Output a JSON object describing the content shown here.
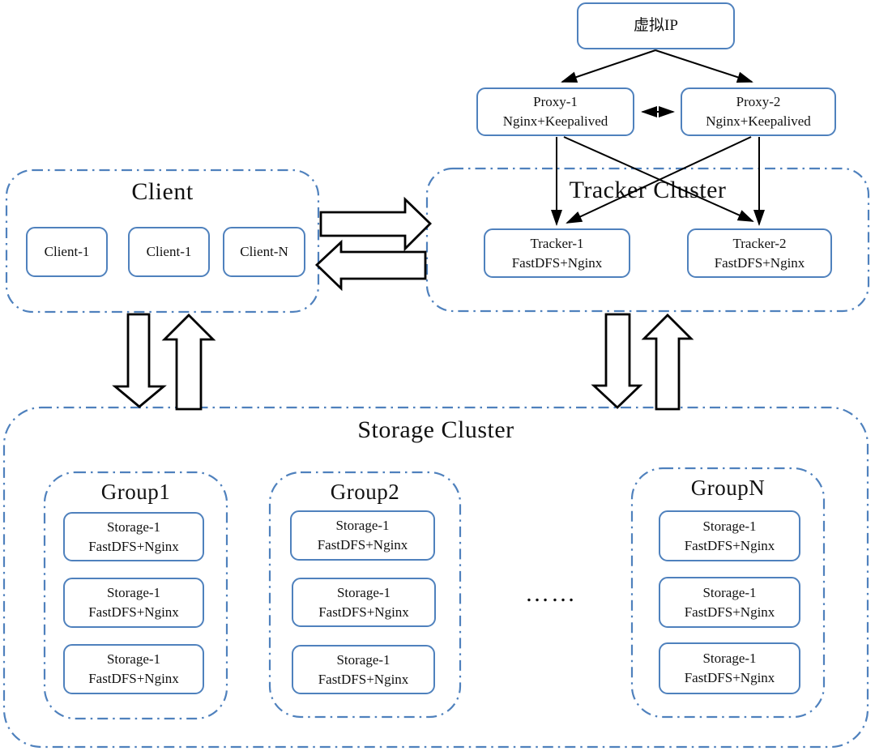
{
  "colors": {
    "node_border": "#4f81bd",
    "cluster_border": "#4f81bd",
    "arrow": "#000000"
  },
  "virtual_ip": {
    "label": "虚拟IP"
  },
  "proxy_nodes": [
    {
      "name": "Proxy-1",
      "stack": "Nginx+Keepalived"
    },
    {
      "name": "Proxy-2",
      "stack": "Nginx+Keepalived"
    }
  ],
  "client_cluster": {
    "title": "Client",
    "nodes": [
      {
        "name": "Client-1"
      },
      {
        "name": "Client-1"
      },
      {
        "name": "Client-N"
      }
    ]
  },
  "tracker_cluster": {
    "title": "Tracker Cluster",
    "nodes": [
      {
        "name": "Tracker-1",
        "stack": "FastDFS+Nginx"
      },
      {
        "name": "Tracker-2",
        "stack": "FastDFS+Nginx"
      }
    ]
  },
  "storage_cluster": {
    "title": "Storage Cluster",
    "ellipsis": "……",
    "groups": [
      {
        "title": "Group1",
        "nodes": [
          {
            "name": "Storage-1",
            "stack": "FastDFS+Nginx"
          },
          {
            "name": "Storage-1",
            "stack": "FastDFS+Nginx"
          },
          {
            "name": "Storage-1",
            "stack": "FastDFS+Nginx"
          }
        ]
      },
      {
        "title": "Group2",
        "nodes": [
          {
            "name": "Storage-1",
            "stack": "FastDFS+Nginx"
          },
          {
            "name": "Storage-1",
            "stack": "FastDFS+Nginx"
          },
          {
            "name": "Storage-1",
            "stack": "FastDFS+Nginx"
          }
        ]
      },
      {
        "title": "GroupN",
        "nodes": [
          {
            "name": "Storage-1",
            "stack": "FastDFS+Nginx"
          },
          {
            "name": "Storage-1",
            "stack": "FastDFS+Nginx"
          },
          {
            "name": "Storage-1",
            "stack": "FastDFS+Nginx"
          }
        ]
      }
    ]
  }
}
